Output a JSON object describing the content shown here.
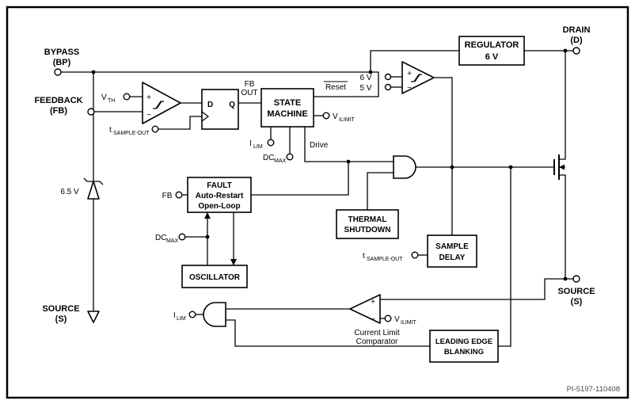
{
  "colors": {
    "line": "#000000",
    "background": "#ffffff"
  },
  "pins": {
    "bypass": {
      "name": "BYPASS",
      "designator": "(BP)"
    },
    "feedback": {
      "name": "FEEDBACK",
      "designator": "(FB)"
    },
    "source_left": {
      "name": "SOURCE",
      "designator": "(S)"
    },
    "drain": {
      "name": "DRAIN",
      "designator": "(D)"
    },
    "source_right": {
      "name": "SOURCE",
      "designator": "(S)"
    }
  },
  "blocks": {
    "regulator": {
      "line1": "REGULATOR",
      "line2": "6 V"
    },
    "state_machine": {
      "line1": "STATE",
      "line2": "MACHINE"
    },
    "fault": {
      "line1": "FAULT",
      "line2": "Auto-Restart",
      "line3": "Open-Loop"
    },
    "oscillator": {
      "line1": "OSCILLATOR"
    },
    "thermal_shutdown": {
      "line1": "THERMAL",
      "line2": "SHUTDOWN"
    },
    "sample_delay": {
      "line1": "SAMPLE",
      "line2": "DELAY"
    },
    "leading_edge_blanking": {
      "line1": "LEADING EDGE",
      "line2": "BLANKING"
    }
  },
  "flip_flop": {
    "d": "D",
    "q": "Q"
  },
  "labels": {
    "fb_out_line1": "FB",
    "fb_out_line2": "OUT",
    "reset": "Reset",
    "drive": "Drive",
    "fb": "FB",
    "six_v": "6 V",
    "five_v": "5 V",
    "zener": "6.5 V",
    "plus": "+",
    "minus": "−",
    "current_limit_line1": "Current Limit",
    "current_limit_line2": "Comparator",
    "v_th": {
      "main": "V",
      "sub": "TH"
    },
    "t_sample_out": {
      "main": "t",
      "sub": "SAMPLE-OUT"
    },
    "i_lim": {
      "main": "I",
      "sub": "LIM"
    },
    "dc_max": {
      "main": "DC",
      "sub": "MAX"
    },
    "v_ilimit": {
      "main": "V",
      "sub": "ILIMIT"
    }
  },
  "footer": {
    "part_number": "PI-5197-110408"
  },
  "icons": {
    "hysteresis": "schmitt-hysteresis-curve",
    "junction": "solder-dot",
    "terminal": "open-circle",
    "ground": "down-arrow"
  }
}
